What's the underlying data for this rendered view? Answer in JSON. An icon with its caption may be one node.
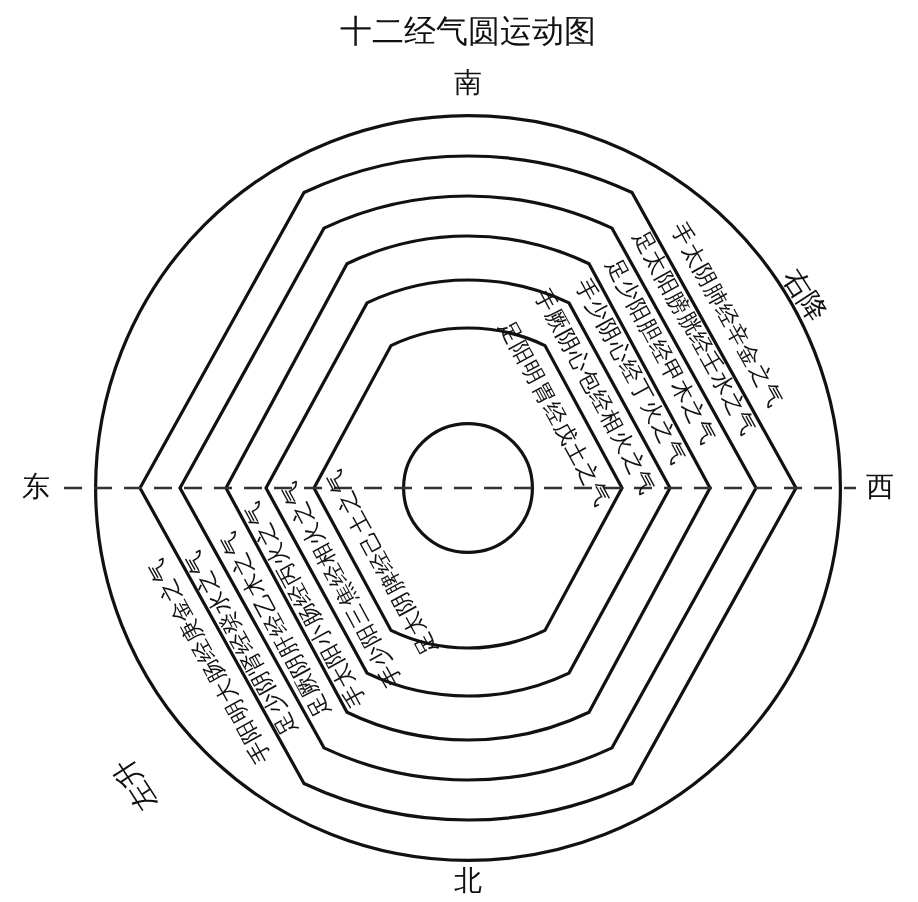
{
  "diagram": {
    "title": "十二经气圆运动图",
    "nodes": [
      {
        "text": [
          "手太阴肺经辛金之气",
          "手阳明大肠经庚金之气"
        ]
      },
      {
        "text": [
          "足太阳膀胱经壬水之气",
          "足少阴肾经癸水之气"
        ],
        "in": 0
      },
      {
        "text": [
          "足少阳胆经甲木之气",
          "足厥阴肝经乙木之气"
        ],
        "in": 1
      },
      {
        "text": [
          "手少阴心经丁火之气",
          "手太阳小肠经丙火之气"
        ],
        "in": 2
      },
      {
        "text": [
          "手厥阴心包经相火之气",
          "手少阳三焦经相火之气"
        ],
        "in": 3
      },
      {
        "text": [
          "足阳明胃经戊土之气",
          "足太阴脾经己土之气"
        ],
        "in": 4
      },
      {
        "text": [],
        "shape": "circle",
        "in": 5
      }
    ],
    "labels": [
      "南",
      "东",
      "西",
      "北",
      "右降",
      "左升"
    ]
  }
}
